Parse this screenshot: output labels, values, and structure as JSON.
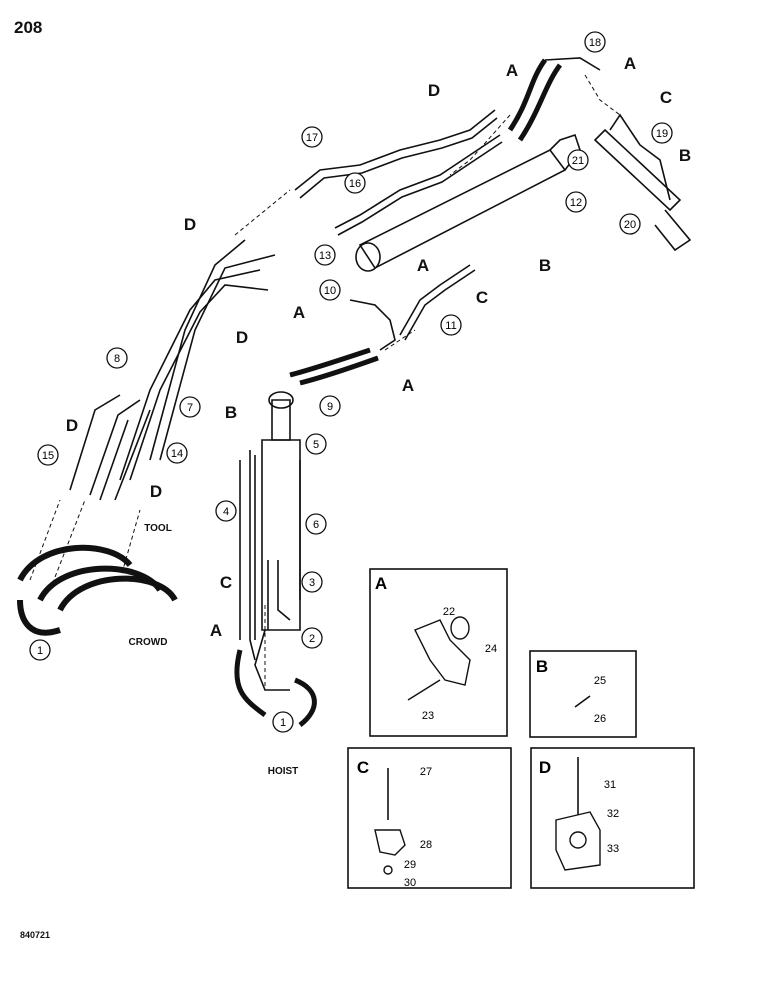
{
  "page": {
    "number": "208",
    "figure_code": "840721"
  },
  "callouts": {
    "1": "1",
    "2": "2",
    "3": "3",
    "4": "4",
    "5": "5",
    "6": "6",
    "7": "7",
    "8": "8",
    "9": "9",
    "10": "10",
    "11": "11",
    "12": "12",
    "13": "13",
    "14": "14",
    "15": "15",
    "16": "16",
    "17": "17",
    "18": "18",
    "19": "19",
    "20": "20",
    "21": "21",
    "22": "22",
    "23": "23",
    "24": "24",
    "25": "25",
    "26": "26",
    "27": "27",
    "28": "28",
    "29": "29",
    "30": "30",
    "31": "31",
    "32": "32",
    "33": "33"
  },
  "letters": {
    "A": "A",
    "B": "B",
    "C": "C",
    "D": "D"
  },
  "labels": {
    "tool": "TOOL",
    "crowd": "CROWD",
    "hoist": "HOIST"
  },
  "insets": [
    {
      "letter": "A",
      "parts": [
        "22",
        "23",
        "24"
      ]
    },
    {
      "letter": "B",
      "parts": [
        "25",
        "26"
      ]
    },
    {
      "letter": "C",
      "parts": [
        "27",
        "28",
        "29",
        "30"
      ]
    },
    {
      "letter": "D",
      "parts": [
        "31",
        "32",
        "33"
      ]
    }
  ]
}
